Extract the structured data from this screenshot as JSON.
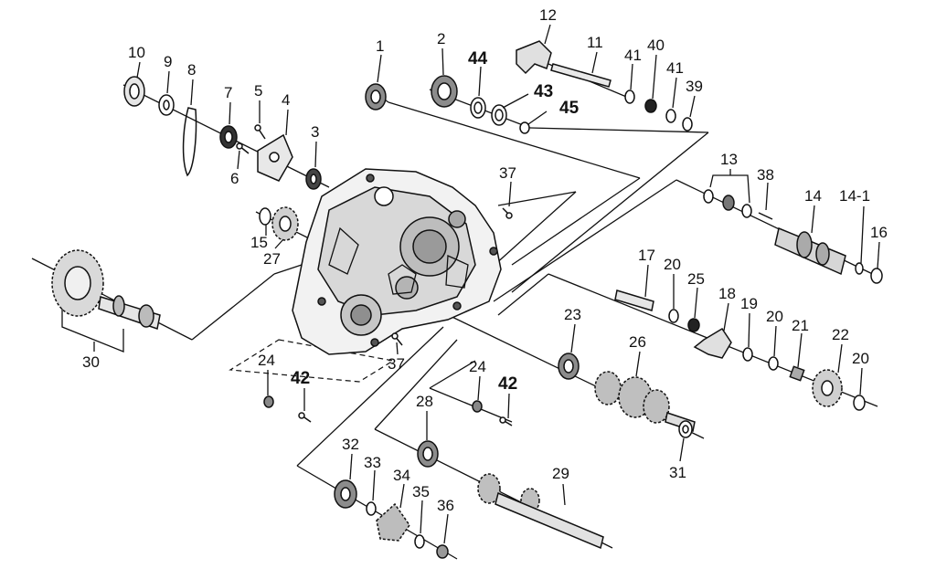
{
  "callouts": {
    "p1": "1",
    "p2": "2",
    "p3": "3",
    "p4": "4",
    "p5": "5",
    "p6": "6",
    "p7": "7",
    "p8": "8",
    "p9": "9",
    "p10": "10",
    "p11": "11",
    "p12": "12",
    "p13": "13",
    "p14": "14",
    "p14_1": "14-1",
    "p15": "15",
    "p16": "16",
    "p17": "17",
    "p18": "18",
    "p19": "19",
    "p20a": "20",
    "p20b": "20",
    "p20c": "20",
    "p21": "21",
    "p22": "22",
    "p23": "23",
    "p24a": "24",
    "p24b": "24",
    "p25": "25",
    "p26": "26",
    "p27": "27",
    "p28": "28",
    "p29": "29",
    "p30": "30",
    "p31": "31",
    "p32": "32",
    "p33": "33",
    "p34": "34",
    "p35": "35",
    "p36": "36",
    "p37a": "37",
    "p37b": "37",
    "p38": "38",
    "p39": "39",
    "p40": "40",
    "p41a": "41",
    "p41b": "41",
    "p42a": "42",
    "p42b": "42",
    "p43": "43",
    "p44": "44",
    "p45": "45"
  }
}
